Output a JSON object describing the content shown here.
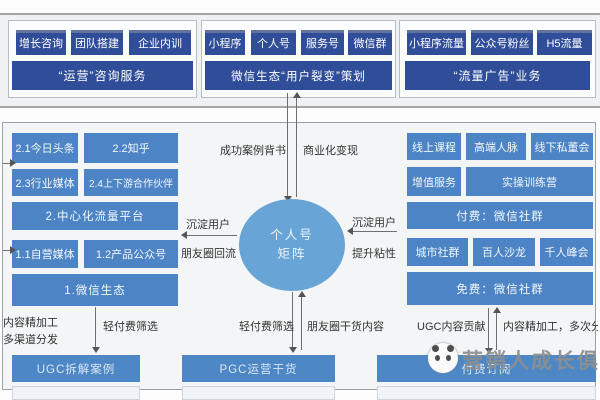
{
  "top_band": {
    "panels": [
      {
        "boxes": [
          "增长咨询",
          "团队搭建",
          "企业内训"
        ],
        "wide": "“运营”咨询服务"
      },
      {
        "boxes": [
          "小程序",
          "个人号",
          "服务号",
          "微信群"
        ],
        "wide": "微信生态“用户裂变”策划"
      },
      {
        "boxes": [
          "小程序流量",
          "公众号粉丝",
          "H5流量"
        ],
        "wide": "“流量广告”业务"
      }
    ]
  },
  "mid": {
    "left": {
      "row1": [
        "2.1今日头条",
        "2.2知乎"
      ],
      "row2": [
        "2.3行业媒体",
        "2.4上下游合作伙伴"
      ],
      "wide1": "2.中心化流量平台",
      "row3": [
        "1.1自营媒体",
        "1.2产品公众号"
      ],
      "wide2": "1.微信生态"
    },
    "right": {
      "row1": [
        "线上课程",
        "高端人脉",
        "线下私董会"
      ],
      "row2": [
        "增值服务",
        "实操训练营"
      ],
      "wide1": "付费：微信社群",
      "row3": [
        "城市社群",
        "百人沙龙",
        "千人峰会"
      ],
      "wide2": "免费：微信社群"
    },
    "center": {
      "label_top_left": "成功案例背书",
      "label_top_right": "商业化变现",
      "circle_line1": "个人号",
      "circle_line2": "矩阵",
      "left_top": "沉淀用户",
      "left_bottom": "朋友圈回流",
      "right_top": "沉淀用户",
      "right_bottom": "提升粘性",
      "below_left": "轻付费筛选",
      "below_right": "朋友圈干货内容"
    }
  },
  "bottom": {
    "note_left_1": "内容精加工",
    "note_left_2": "多渠道分发",
    "note_left_arrow": "轻付费筛选",
    "box_left": "UGC拆解案例",
    "box_center": "PGC运营干货",
    "box_right": "付费订阅",
    "note_right_1": "UGC内容贡献",
    "note_right_2": "内容精加工，多次分发"
  },
  "watermark": {
    "text": "营销人成长俱乐部"
  },
  "colors": {
    "navy_box": "#2f4d98",
    "steel_box": "#4d84c5",
    "bottom_box": "#4e87c6",
    "circle": "#68a4d6",
    "watermark_gray": "#8f8f8f"
  }
}
